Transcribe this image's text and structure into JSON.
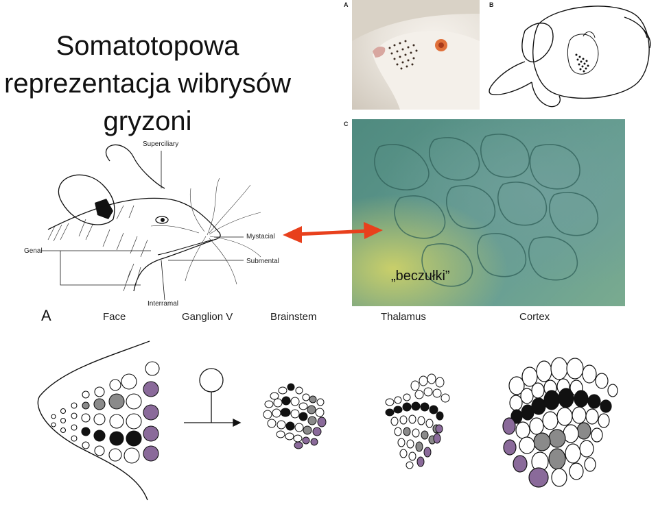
{
  "title": {
    "line1": "Somatotopowa",
    "line2": "reprezentacja wibrysów",
    "line3": "gryzoni"
  },
  "rat_labels": {
    "superciliary": "Superciliary",
    "mystacial": "Mystacial",
    "genal": "Genal",
    "submental": "Submental",
    "interramal": "Interramal"
  },
  "panel_letters": {
    "a": "A",
    "b": "B",
    "c": "C"
  },
  "barrel_label": "„beczułki”",
  "pathway": {
    "figure_letter": "A",
    "stages": [
      "Face",
      "Ganglion V",
      "Brainstem",
      "Thalamus",
      "Cortex"
    ]
  },
  "colors": {
    "arrow": "#e8401c",
    "row_purple": "#8a6a9a",
    "row_gray": "#8a8a8a",
    "row_black": "#111111"
  }
}
